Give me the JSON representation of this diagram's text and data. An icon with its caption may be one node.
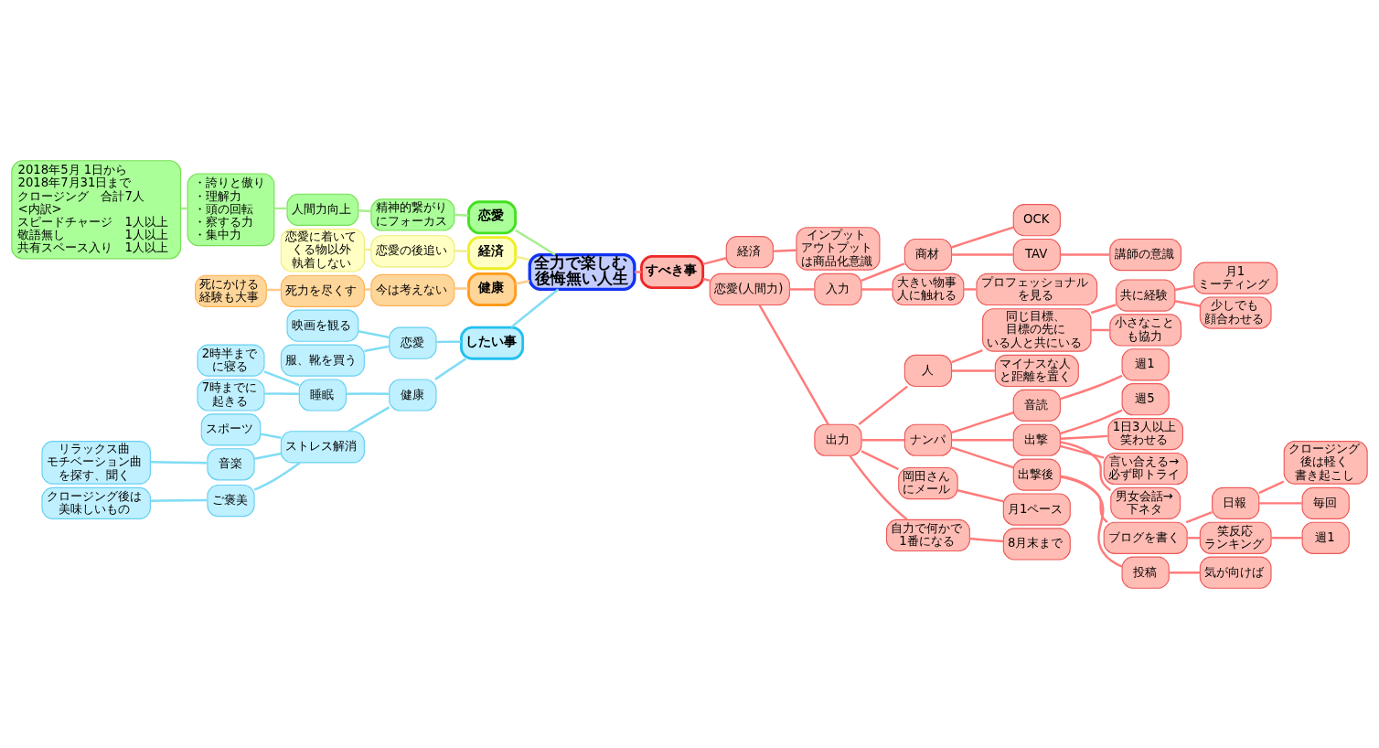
{
  "diagram": {
    "nodes": [
      {
        "text": [
          "全力で楽しむ後悔無い人生"
        ]
      },
      {
        "text": [
          "恋愛"
        ]
      },
      {
        "text": [
          "精神的繋がりにフォーカス"
        ]
      },
      {
        "text": [
          "人間力向上"
        ]
      },
      {
        "text": [
          "・誇りと傲り",
          "・理解力",
          "・頭の回転",
          "・察する力",
          "・集中力"
        ]
      },
      {
        "text": [
          "2018年5月 1日から",
          "2018年7月31日まで",
          "クロージング　合計7人",
          "<内訳>",
          "スピードチャージ　1人以上",
          "敬語無し　　　　　1人以上",
          "共有スペース入り　1人以上"
        ]
      },
      {
        "text": [
          "経済"
        ]
      },
      {
        "text": [
          "恋愛の後追い"
        ]
      },
      {
        "text": [
          "恋愛に着いてくる物以外執着しない"
        ]
      },
      {
        "text": [
          "健康"
        ]
      },
      {
        "text": [
          "今は考えない"
        ]
      },
      {
        "text": [
          "死力を尽くす"
        ]
      },
      {
        "text": [
          "死にかける経験も大事"
        ]
      },
      {
        "text": [
          "したい事"
        ]
      },
      {
        "text": [
          "恋愛"
        ]
      },
      {
        "text": [
          "映画を観る"
        ]
      },
      {
        "text": [
          "服、靴を買う"
        ]
      },
      {
        "text": [
          "健康"
        ]
      },
      {
        "text": [
          "睡眠"
        ]
      },
      {
        "text": [
          "2時半までに寝る"
        ]
      },
      {
        "text": [
          "7時までに起きる"
        ]
      },
      {
        "text": [
          "ストレス解消"
        ]
      },
      {
        "text": [
          "スポーツ"
        ]
      },
      {
        "text": [
          "音楽"
        ]
      },
      {
        "text": [
          "リラックス曲モチベーション曲を探す、聞く"
        ]
      },
      {
        "text": [
          "ご褒美"
        ]
      },
      {
        "text": [
          "クロージング後は美味しいもの"
        ]
      },
      {
        "text": [
          "すべき事"
        ]
      },
      {
        "text": [
          "経済"
        ]
      },
      {
        "text": [
          "インプットアウトプットは商品化意識"
        ]
      },
      {
        "text": [
          "恋愛(人間力)"
        ]
      },
      {
        "text": [
          "入力"
        ]
      },
      {
        "text": [
          "商材"
        ]
      },
      {
        "text": [
          "OCK"
        ]
      },
      {
        "text": [
          "TAV"
        ]
      },
      {
        "text": [
          "講師の意識"
        ]
      },
      {
        "text": [
          "大きい物事人に触れる"
        ]
      },
      {
        "text": [
          "プロフェッショナルを見る"
        ]
      },
      {
        "text": [
          "出力"
        ]
      },
      {
        "text": [
          "人"
        ]
      },
      {
        "text": [
          "同じ目標、目標の先にいる人と共にいる"
        ]
      },
      {
        "text": [
          "共に経験"
        ]
      },
      {
        "text": [
          "月1ミーティング"
        ]
      },
      {
        "text": [
          "少しでも顔合わせる"
        ]
      },
      {
        "text": [
          "小さなことも協力"
        ]
      },
      {
        "text": [
          "マイナスな人と距離を置く"
        ]
      },
      {
        "text": [
          "ナンパ"
        ]
      },
      {
        "text": [
          "音読"
        ]
      },
      {
        "text": [
          "週1"
        ]
      },
      {
        "text": [
          "出撃"
        ]
      },
      {
        "text": [
          "週5"
        ]
      },
      {
        "text": [
          "1日3人以上笑わせる"
        ]
      },
      {
        "text": [
          "言い合える→必ず即トライ"
        ]
      },
      {
        "text": [
          "男女会話→下ネタ"
        ]
      },
      {
        "text": [
          "出撃後"
        ]
      },
      {
        "text": [
          "ブログを書く"
        ]
      },
      {
        "text": [
          "日報"
        ]
      },
      {
        "text": [
          "クロージング後は軽く書き起こし"
        ]
      },
      {
        "text": [
          "毎回"
        ]
      },
      {
        "text": [
          "笑反応ランキング"
        ]
      },
      {
        "text": [
          "週1"
        ]
      },
      {
        "text": [
          "投稿"
        ]
      },
      {
        "text": [
          "気が向けば"
        ]
      },
      {
        "text": [
          "岡田さんにメール"
        ]
      },
      {
        "text": [
          "月1ペース"
        ]
      },
      {
        "text": [
          "自力で何かで1番になる"
        ]
      },
      {
        "text": [
          "8月末まで"
        ]
      }
    ],
    "edges": [
      {
        "from": 0,
        "to": 1,
        "arrow": "none",
        "color": "#a8ee8c"
      },
      {
        "from": 1,
        "to": 2,
        "arrow": "none",
        "color": "#a8ee8c"
      },
      {
        "from": 2,
        "to": 3,
        "arrow": "none",
        "color": "#a8ee8c"
      },
      {
        "from": 3,
        "to": 4,
        "arrow": "none",
        "color": "#a8ee8c"
      },
      {
        "from": 4,
        "to": 5,
        "arrow": "none",
        "color": "#a8ee8c"
      },
      {
        "from": 0,
        "to": 6,
        "arrow": "none",
        "color": "#f4ef8c"
      },
      {
        "from": 6,
        "to": 7,
        "arrow": "none",
        "color": "#f4ef8c"
      },
      {
        "from": 7,
        "to": 8,
        "arrow": "none",
        "color": "#f4ef8c"
      },
      {
        "from": 0,
        "to": 9,
        "arrow": "none",
        "color": "#ffc98a"
      },
      {
        "from": 9,
        "to": 10,
        "arrow": "none",
        "color": "#ffc98a"
      },
      {
        "from": 10,
        "to": 11,
        "arrow": "none",
        "color": "#ffc98a"
      },
      {
        "from": 11,
        "to": 12,
        "arrow": "none",
        "color": "#ffc98a"
      },
      {
        "from": 0,
        "to": 13,
        "arrow": "none",
        "color": "#80dcf4"
      },
      {
        "from": 13,
        "to": 14,
        "arrow": "none",
        "color": "#80dcf4"
      },
      {
        "from": 14,
        "to": 15,
        "arrow": "none",
        "color": "#80dcf4"
      },
      {
        "from": 14,
        "to": 16,
        "arrow": "none",
        "color": "#80dcf4"
      },
      {
        "from": 13,
        "to": 17,
        "arrow": "none",
        "color": "#80dcf4"
      },
      {
        "from": 17,
        "to": 18,
        "arrow": "none",
        "color": "#80dcf4"
      },
      {
        "from": 18,
        "to": 19,
        "arrow": "none",
        "color": "#80dcf4"
      },
      {
        "from": 18,
        "to": 20,
        "arrow": "none",
        "color": "#80dcf4"
      },
      {
        "from": 17,
        "to": 21,
        "arrow": "none",
        "color": "#80dcf4"
      },
      {
        "from": 21,
        "to": 22,
        "arrow": "none",
        "color": "#80dcf4"
      },
      {
        "from": 21,
        "to": 23,
        "arrow": "none",
        "color": "#80dcf4"
      },
      {
        "from": 23,
        "to": 24,
        "arrow": "none",
        "color": "#80dcf4"
      },
      {
        "from": 21,
        "to": 25,
        "arrow": "none",
        "color": "#80dcf4"
      },
      {
        "from": 25,
        "to": 26,
        "arrow": "none",
        "color": "#80dcf4"
      },
      {
        "from": 0,
        "to": 27,
        "arrow": "none"
      },
      {
        "from": 27,
        "to": 28,
        "arrow": "none"
      },
      {
        "from": 28,
        "to": 29,
        "arrow": "none"
      },
      {
        "from": 27,
        "to": 30,
        "arrow": "none"
      },
      {
        "from": 30,
        "to": 31,
        "arrow": "none"
      },
      {
        "from": 31,
        "to": 32,
        "arrow": "none"
      },
      {
        "from": 32,
        "to": 33,
        "arrow": "none"
      },
      {
        "from": 32,
        "to": 34,
        "arrow": "none"
      },
      {
        "from": 34,
        "to": 35,
        "arrow": "none"
      },
      {
        "from": 31,
        "to": 36,
        "arrow": "none"
      },
      {
        "from": 36,
        "to": 37,
        "arrow": "none"
      },
      {
        "from": 30,
        "to": 38,
        "arrow": "none"
      },
      {
        "from": 38,
        "to": 39,
        "arrow": "none"
      },
      {
        "from": 39,
        "to": 40,
        "arrow": "none"
      },
      {
        "from": 40,
        "to": 41,
        "arrow": "none"
      },
      {
        "from": 41,
        "to": 42,
        "arrow": "none"
      },
      {
        "from": 41,
        "to": 43,
        "arrow": "none"
      },
      {
        "from": 40,
        "to": 44,
        "arrow": "none"
      },
      {
        "from": 39,
        "to": 45,
        "arrow": "none"
      },
      {
        "from": 38,
        "to": 46,
        "arrow": "none"
      },
      {
        "from": 46,
        "to": 47,
        "arrow": "none"
      },
      {
        "from": 47,
        "to": 48,
        "arrow": "none"
      },
      {
        "from": 46,
        "to": 49,
        "arrow": "none"
      },
      {
        "from": 49,
        "to": 50,
        "arrow": "none"
      },
      {
        "from": 49,
        "to": 51,
        "arrow": "none"
      },
      {
        "from": 49,
        "to": 52,
        "arrow": "none"
      },
      {
        "from": 49,
        "to": 53,
        "arrow": "none"
      },
      {
        "from": 46,
        "to": 54,
        "arrow": "none"
      },
      {
        "from": 54,
        "to": 55,
        "arrow": "none"
      },
      {
        "from": 55,
        "to": 56,
        "arrow": "none"
      },
      {
        "from": 56,
        "to": 57,
        "arrow": "none"
      },
      {
        "from": 56,
        "to": 58,
        "arrow": "none"
      },
      {
        "from": 55,
        "to": 59,
        "arrow": "none"
      },
      {
        "from": 59,
        "to": 60,
        "arrow": "none"
      },
      {
        "from": 54,
        "to": 61,
        "arrow": "none"
      },
      {
        "from": 61,
        "to": 62,
        "arrow": "none"
      },
      {
        "from": 38,
        "to": 63,
        "arrow": "none"
      },
      {
        "from": 63,
        "to": 64,
        "arrow": "none"
      },
      {
        "from": 38,
        "to": 65,
        "arrow": "none"
      },
      {
        "from": 65,
        "to": 66,
        "arrow": "none"
      }
    ]
  }
}
